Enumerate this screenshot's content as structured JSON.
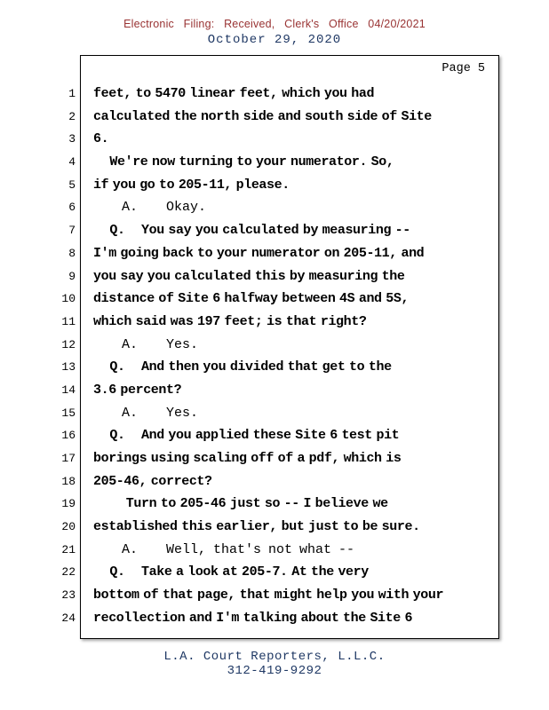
{
  "header": {
    "filing_notice": "Electronic Filing: Received, Clerk's Office 04/20/2021",
    "hearing_date": "October 29, 2020"
  },
  "transcript": {
    "page_label": "Page 5",
    "lines": [
      {
        "num": "1",
        "text": "feet, to 5470 linear feet, which you had",
        "style": "bold"
      },
      {
        "num": "2",
        "text": "calculated the north side and south side of Site",
        "style": "bold"
      },
      {
        "num": "3",
        "text": "6.",
        "style": "bold"
      },
      {
        "num": "4",
        "text": "    We're now turning to your numerator. So,",
        "style": "bold"
      },
      {
        "num": "5",
        "text": "if you go to 205-11, please.",
        "style": "bold"
      },
      {
        "num": "6",
        "text": "    A.    Okay.",
        "style": "regular"
      },
      {
        "num": "7",
        "text": "    Q.    You say you calculated by measuring --",
        "style": "bold"
      },
      {
        "num": "8",
        "text": "I'm going back to your numerator on 205-11, and",
        "style": "bold"
      },
      {
        "num": "9",
        "text": "you say you calculated this by measuring the",
        "style": "bold"
      },
      {
        "num": "10",
        "text": "distance of Site 6 halfway between 4S and 5S,",
        "style": "bold"
      },
      {
        "num": "11",
        "text": "which said was 197 feet; is that right?",
        "style": "bold"
      },
      {
        "num": "12",
        "text": "    A.    Yes.",
        "style": "regular"
      },
      {
        "num": "13",
        "text": "    Q.    And then you divided that get to the",
        "style": "bold"
      },
      {
        "num": "14",
        "text": "3.6 percent?",
        "style": "bold"
      },
      {
        "num": "15",
        "text": "    A.    Yes.",
        "style": "regular"
      },
      {
        "num": "16",
        "text": "    Q.    And you applied these Site 6 test pit",
        "style": "bold"
      },
      {
        "num": "17",
        "text": "borings using scaling off of a pdf, which is",
        "style": "bold"
      },
      {
        "num": "18",
        "text": "205-46, correct?",
        "style": "bold"
      },
      {
        "num": "19",
        "text": "        Turn to 205-46 just so -- I believe we",
        "style": "bold"
      },
      {
        "num": "20",
        "text": "established this earlier, but just to be sure.",
        "style": "bold"
      },
      {
        "num": "21",
        "text": "    A.    Well, that's not what --",
        "style": "regular"
      },
      {
        "num": "22",
        "text": "    Q.    Take a look at 205-7. At the very",
        "style": "bold"
      },
      {
        "num": "23",
        "text": "bottom of that page, that might help you with your",
        "style": "bold"
      },
      {
        "num": "24",
        "text": "recollection and I'm talking about the Site 6",
        "style": "bold"
      }
    ]
  },
  "footer": {
    "reporter_name": "L.A. Court Reporters, L.L.C.",
    "reporter_phone": "312-419-9292"
  },
  "colors": {
    "filing_notice": "#993333",
    "navy": "#1F3864",
    "body_text": "#000000"
  }
}
